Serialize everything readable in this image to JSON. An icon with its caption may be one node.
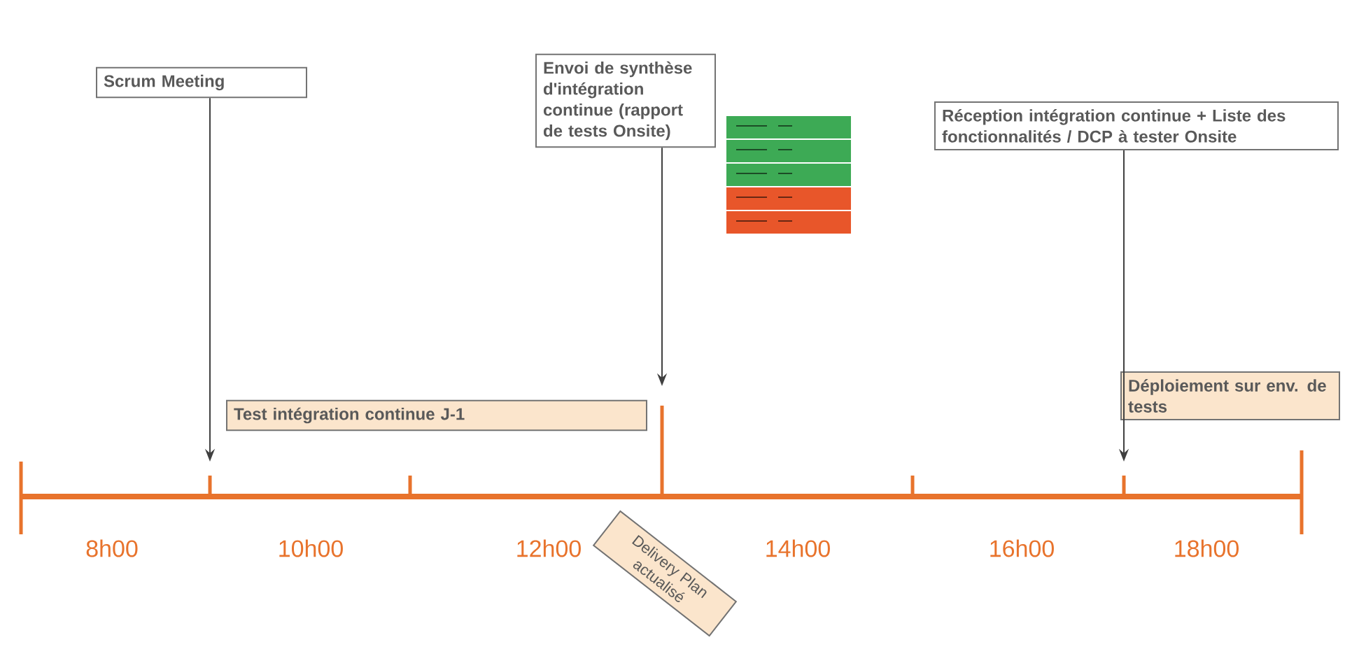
{
  "diagram": {
    "nodes": [
      {
        "text": [
          "Scrum Meeting"
        ]
      },
      {
        "text": [
          "Envoi de synthèse d'intégration continue (rapport de tests Onsite)"
        ]
      },
      {
        "text": [
          "Réception intégration continue + Liste des fonctionnalités / DCP à tester Onsite"
        ]
      },
      {
        "text": [
          "Test intégration continue J-1"
        ]
      },
      {
        "text": [
          "Déploiement sur env. de tests"
        ]
      },
      {
        "text": [
          "Delivery Plan actualisé"
        ]
      }
    ],
    "edges": [
      {
        "from": 0,
        "to": null,
        "arrow": "to"
      },
      {
        "from": 1,
        "to": null,
        "arrow": "to"
      },
      {
        "from": 2,
        "to": null,
        "arrow": "to"
      }
    ],
    "labels": [
      "8h00",
      "10h00",
      "12h00",
      "14h00",
      "16h00",
      "18h00"
    ]
  }
}
